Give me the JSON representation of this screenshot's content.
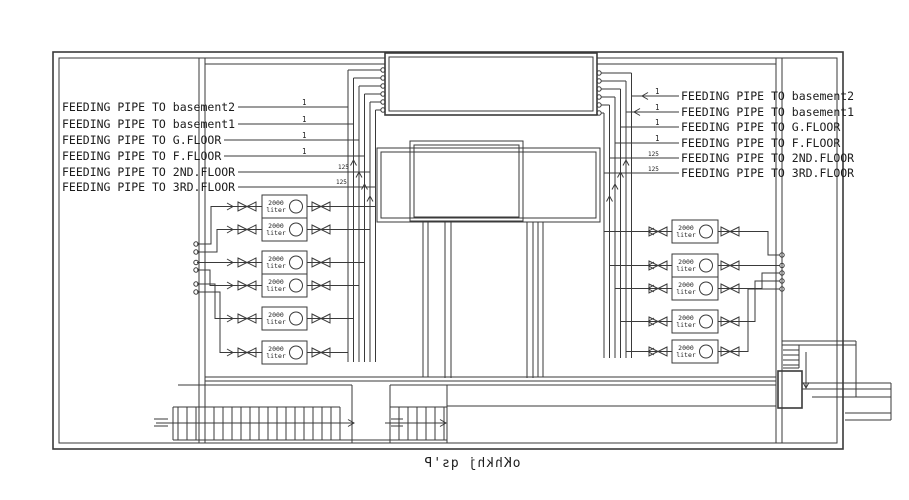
{
  "drawing_title": {
    "text": "oKhkhj qs'P",
    "mirrored": true
  },
  "feeding_labels": {
    "left": [
      {
        "text": "FEEDING PIPE TO basement2",
        "size": "1"
      },
      {
        "text": "FEEDING PIPE TO basement1",
        "size": "1"
      },
      {
        "text": "FEEDING PIPE TO G.FLOOR",
        "size": "1"
      },
      {
        "text": "FEEDING PIPE TO F.FLOOR",
        "size": "1"
      },
      {
        "text": "FEEDING PIPE TO 2ND.FLOOR",
        "size": "125"
      },
      {
        "text": "FEEDING PIPE TO 3RD.FLOOR",
        "size": "125"
      }
    ],
    "right": [
      {
        "text": "FEEDING PIPE TO basement2",
        "size": "1"
      },
      {
        "text": "FEEDING PIPE TO basement1",
        "size": "1"
      },
      {
        "text": "FEEDING PIPE TO G.FLOOR",
        "size": "1"
      },
      {
        "text": "FEEDING PIPE TO F.FLOOR",
        "size": "1"
      },
      {
        "text": "FEEDING PIPE TO 2ND.FLOOR",
        "size": "125"
      },
      {
        "text": "FEEDING PIPE TO 3RD.FLOOR",
        "size": "125"
      }
    ]
  },
  "tanks": {
    "capacity": "2000",
    "unit": "liter",
    "left_count": 6,
    "right_count": 5
  },
  "colors": {
    "line": "#3a3a3a",
    "background": "#ffffff",
    "text": "#1c1c1c"
  }
}
